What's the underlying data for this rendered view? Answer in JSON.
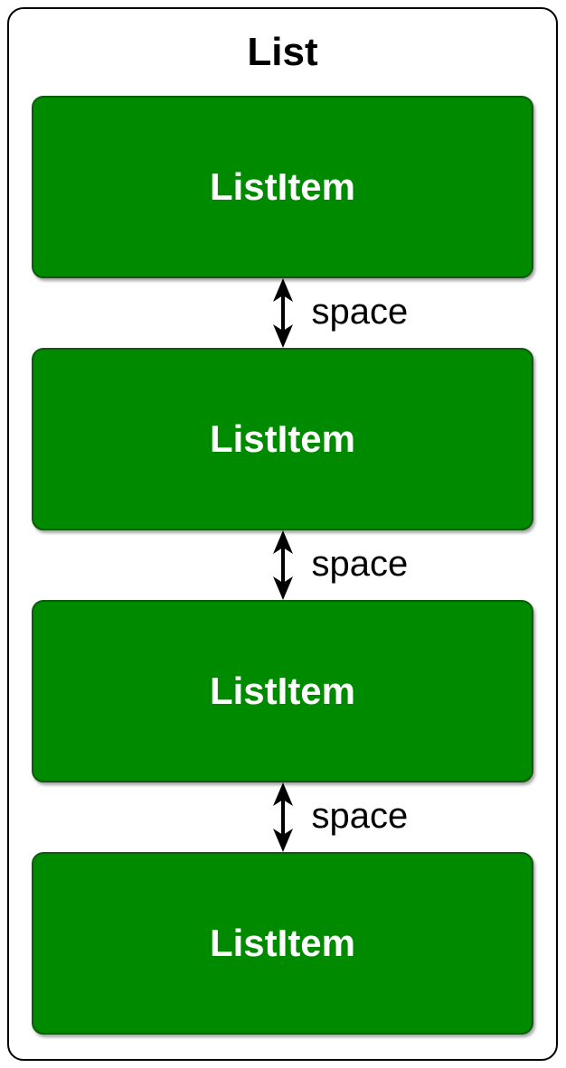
{
  "diagram": {
    "title": "List",
    "items": [
      {
        "label": "ListItem"
      },
      {
        "label": "ListItem"
      },
      {
        "label": "ListItem"
      },
      {
        "label": "ListItem"
      }
    ],
    "spacers": [
      {
        "label": "space",
        "icon": "vertical-double-arrow-icon"
      },
      {
        "label": "space",
        "icon": "vertical-double-arrow-icon"
      },
      {
        "label": "space",
        "icon": "vertical-double-arrow-icon"
      }
    ],
    "colors": {
      "item_fill": "#008A00",
      "item_border": "#0D5C0D",
      "item_text": "#FFFFFF",
      "container_border": "#000000",
      "arrow": "#000000",
      "background": "#FFFFFF"
    }
  }
}
